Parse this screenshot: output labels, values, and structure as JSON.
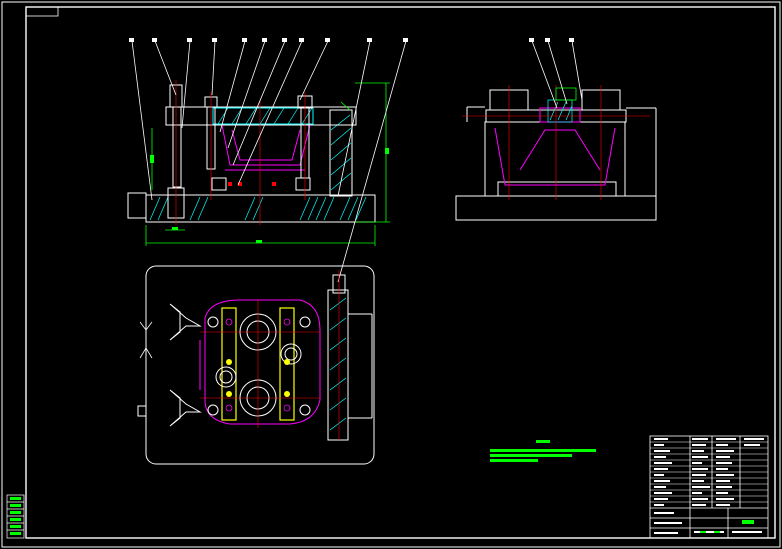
{
  "document": {
    "type": "CAD fixture assembly drawing",
    "views": [
      "front-section-view",
      "side-view",
      "top-view"
    ]
  },
  "colors": {
    "background": "#000000",
    "outline": "#ffffff",
    "hatch": "#00ffff",
    "hidden": "#ff00ff",
    "dimension": "#00ff00",
    "center": "#ff0000",
    "clamp": "#ffff00",
    "note": "#00ff00"
  },
  "balloons": {
    "front_view_count": 11,
    "side_view_count": 3
  },
  "title_block": {
    "rows": 12,
    "cols": 6
  },
  "revision_block": {
    "rows": 6
  }
}
